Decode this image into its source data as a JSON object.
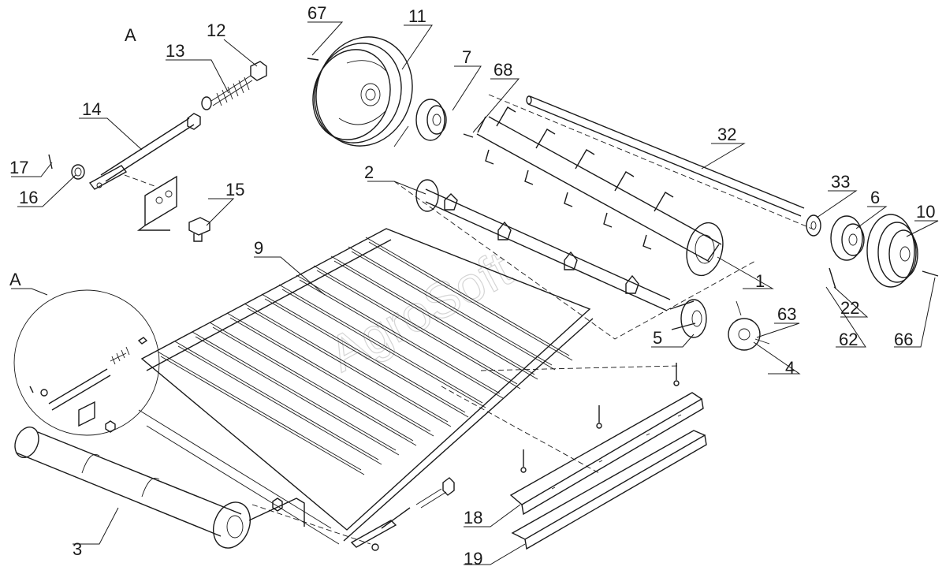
{
  "diagram": {
    "labels": [
      {
        "id": "view-A-top",
        "text": "A"
      },
      {
        "id": "view-A-detail",
        "text": "A"
      },
      {
        "id": "l1",
        "text": "1"
      },
      {
        "id": "l2",
        "text": "2"
      },
      {
        "id": "l3",
        "text": "3"
      },
      {
        "id": "l4",
        "text": "4"
      },
      {
        "id": "l5",
        "text": "5"
      },
      {
        "id": "l6",
        "text": "6"
      },
      {
        "id": "l7",
        "text": "7"
      },
      {
        "id": "l9",
        "text": "9"
      },
      {
        "id": "l10",
        "text": "10"
      },
      {
        "id": "l11",
        "text": "11"
      },
      {
        "id": "l12",
        "text": "12"
      },
      {
        "id": "l13",
        "text": "13"
      },
      {
        "id": "l14",
        "text": "14"
      },
      {
        "id": "l15",
        "text": "15"
      },
      {
        "id": "l16",
        "text": "16"
      },
      {
        "id": "l17",
        "text": "17"
      },
      {
        "id": "l18",
        "text": "18"
      },
      {
        "id": "l19",
        "text": "19"
      },
      {
        "id": "l22",
        "text": "22"
      },
      {
        "id": "l32",
        "text": "32"
      },
      {
        "id": "l33",
        "text": "33"
      },
      {
        "id": "l62",
        "text": "62"
      },
      {
        "id": "l63",
        "text": "63"
      },
      {
        "id": "l66",
        "text": "66"
      },
      {
        "id": "l67",
        "text": "67"
      },
      {
        "id": "l68",
        "text": "68"
      }
    ],
    "watermark": "AgroSoft",
    "line_color": "#1a1a1a",
    "watermark_color": "#b8b8b8"
  }
}
